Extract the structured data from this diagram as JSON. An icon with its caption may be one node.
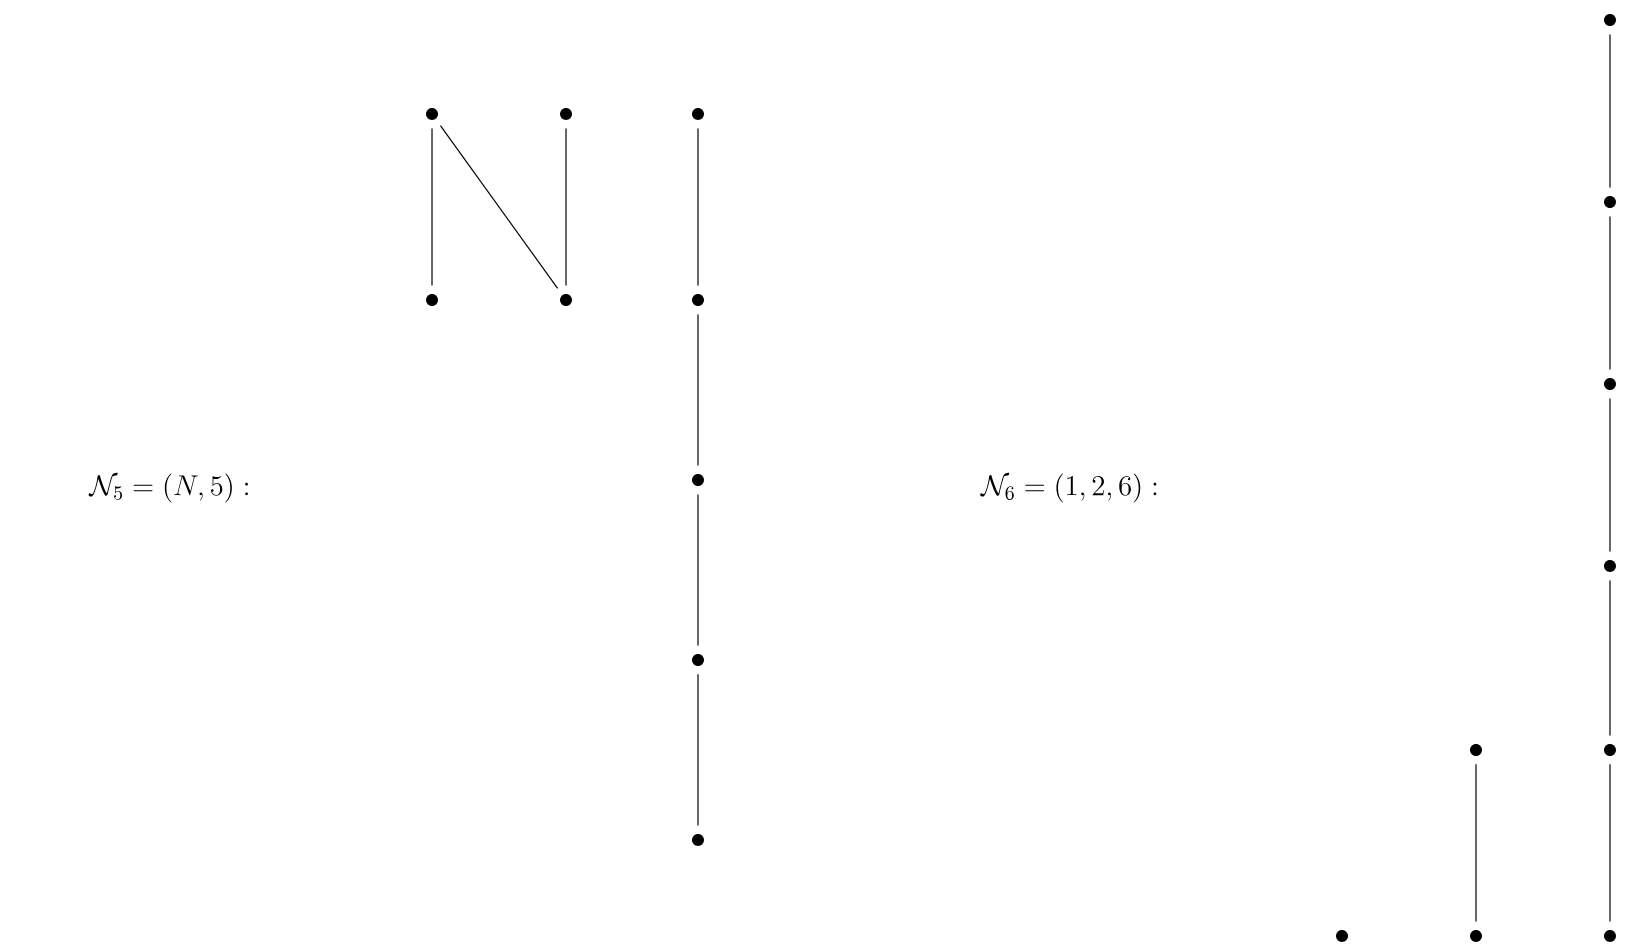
{
  "diagram": {
    "nodes": [
      {
        "text": [],
        "shape": "circle"
      },
      {
        "text": [],
        "shape": "circle"
      },
      {
        "text": [],
        "shape": "circle"
      },
      {
        "text": [],
        "shape": "circle"
      },
      {
        "text": [],
        "shape": "circle"
      },
      {
        "text": [],
        "shape": "circle"
      },
      {
        "text": [],
        "shape": "circle"
      },
      {
        "text": [],
        "shape": "circle"
      },
      {
        "text": [],
        "shape": "circle"
      },
      {
        "text": [],
        "shape": "circle"
      },
      {
        "text": [],
        "shape": "circle"
      },
      {
        "text": [],
        "shape": "circle"
      },
      {
        "text": [],
        "shape": "circle"
      },
      {
        "text": [],
        "shape": "circle"
      },
      {
        "text": [],
        "shape": "circle"
      },
      {
        "text": [],
        "shape": "circle"
      },
      {
        "text": [],
        "shape": "circle"
      },
      {
        "text": [],
        "shape": "circle"
      }
    ],
    "edges": [
      {
        "from": 0,
        "to": 2,
        "arrow": "none"
      },
      {
        "from": 0,
        "to": 3,
        "arrow": "none"
      },
      {
        "from": 1,
        "to": 3,
        "arrow": "none"
      },
      {
        "from": 4,
        "to": 5,
        "arrow": "none"
      },
      {
        "from": 5,
        "to": 6,
        "arrow": "none"
      },
      {
        "from": 6,
        "to": 7,
        "arrow": "none"
      },
      {
        "from": 7,
        "to": 8,
        "arrow": "none"
      },
      {
        "from": 10,
        "to": 11,
        "arrow": "none"
      },
      {
        "from": 12,
        "to": 13,
        "arrow": "none"
      },
      {
        "from": 13,
        "to": 14,
        "arrow": "none"
      },
      {
        "from": 14,
        "to": 15,
        "arrow": "none"
      },
      {
        "from": 15,
        "to": 16,
        "arrow": "none"
      },
      {
        "from": 16,
        "to": 17,
        "arrow": "none"
      }
    ],
    "labels": [
      "\\mathcal{N}_5 = (N,5) :",
      "\\mathcal{N}_6 = (1,2,6) :"
    ]
  }
}
